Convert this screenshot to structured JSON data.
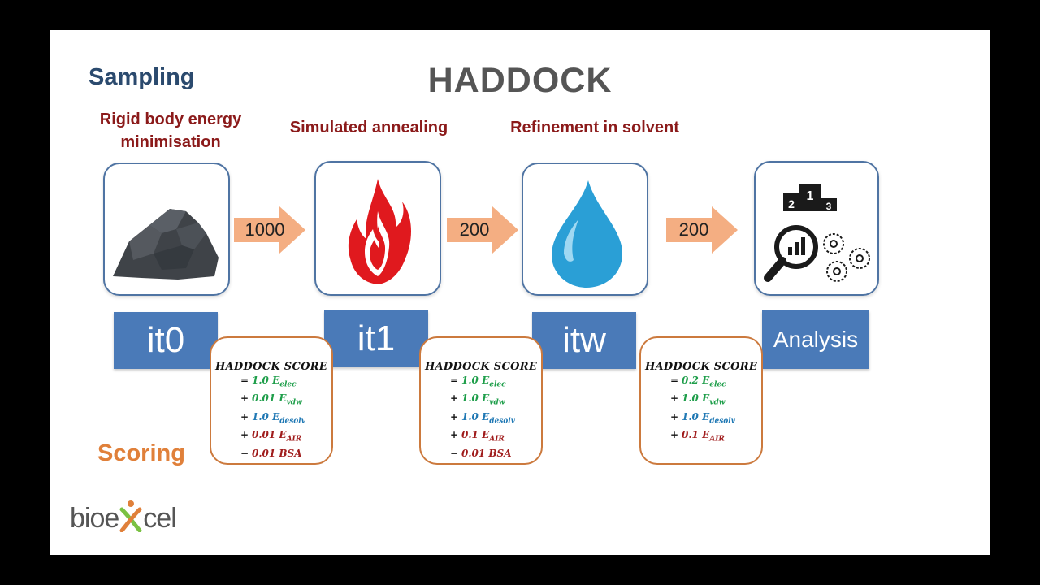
{
  "title": "HADDOCK",
  "sampling_label": "Sampling",
  "scoring_label": "Scoring",
  "stages": [
    {
      "line1": "Rigid body energy",
      "line2": "minimisation"
    },
    {
      "line1": "Simulated annealing",
      "line2": ""
    },
    {
      "line1": "Refinement in solvent",
      "line2": ""
    }
  ],
  "arrows": [
    "1000",
    "200",
    "200"
  ],
  "steps": [
    "it0",
    "it1",
    "itw",
    "Analysis"
  ],
  "podium": {
    "first": "1",
    "second": "2",
    "third": "3"
  },
  "scores": [
    {
      "title": "HADDOCK SCORE",
      "terms": [
        {
          "op": "=",
          "coef": "1.0",
          "name": "E",
          "sub": "elec",
          "color": "#1e9e4a"
        },
        {
          "op": "+",
          "coef": "0.01",
          "name": "E",
          "sub": "vdw",
          "color": "#1e9e4a"
        },
        {
          "op": "+",
          "coef": "1.0",
          "name": "E",
          "sub": "desolv",
          "color": "#1f78b4"
        },
        {
          "op": "+",
          "coef": "0.01",
          "name": "E",
          "sub": "AIR",
          "color": "#a01c1c"
        },
        {
          "op": "−",
          "coef": "0.01",
          "name": "BSA",
          "sub": "",
          "color": "#a01c1c"
        }
      ]
    },
    {
      "title": "HADDOCK SCORE",
      "terms": [
        {
          "op": "=",
          "coef": "1.0",
          "name": "E",
          "sub": "elec",
          "color": "#1e9e4a"
        },
        {
          "op": "+",
          "coef": "1.0",
          "name": "E",
          "sub": "vdw",
          "color": "#1e9e4a"
        },
        {
          "op": "+",
          "coef": "1.0",
          "name": "E",
          "sub": "desolv",
          "color": "#1f78b4"
        },
        {
          "op": "+",
          "coef": "0.1",
          "name": "E",
          "sub": "AIR",
          "color": "#a01c1c"
        },
        {
          "op": "−",
          "coef": "0.01",
          "name": "BSA",
          "sub": "",
          "color": "#a01c1c"
        }
      ]
    },
    {
      "title": "HADDOCK SCORE",
      "terms": [
        {
          "op": "=",
          "coef": "0.2",
          "name": "E",
          "sub": "elec",
          "color": "#1e9e4a"
        },
        {
          "op": "+",
          "coef": "1.0",
          "name": "E",
          "sub": "vdw",
          "color": "#1e9e4a"
        },
        {
          "op": "+",
          "coef": "1.0",
          "name": "E",
          "sub": "desolv",
          "color": "#1f78b4"
        },
        {
          "op": "+",
          "coef": "0.1",
          "name": "E",
          "sub": "AIR",
          "color": "#a01c1c"
        }
      ]
    }
  ],
  "logo": {
    "part1": "bio",
    "part2": "e",
    "part3": "cel",
    "x_color": "#e0803a",
    "x_color2": "#7ac143"
  }
}
